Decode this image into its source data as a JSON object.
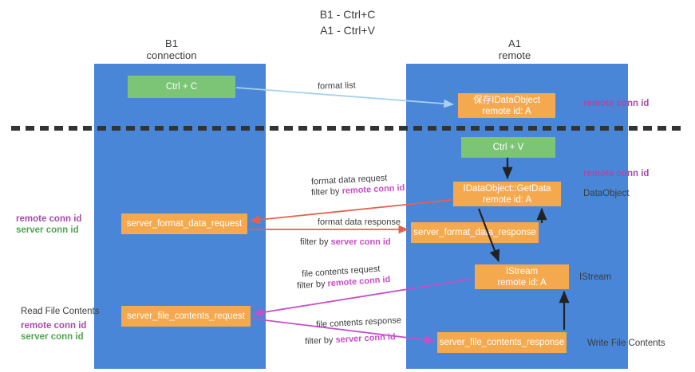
{
  "header": {
    "title_line1": "B1 - Ctrl+C",
    "title_line2": "A1 - Ctrl+V"
  },
  "lanes": [
    {
      "id": "b1",
      "name": "B1",
      "subtitle": "connection",
      "color": "#4a86d8"
    },
    {
      "id": "a1",
      "name": "A1",
      "subtitle": "remote",
      "color": "#4a86d8"
    }
  ],
  "colors": {
    "lane": "#4a86d8",
    "green_box": "#7cc576",
    "orange_box": "#f5a94e",
    "purple_text": "#a64ca6",
    "green_text": "#4fa64f",
    "red_arrow": "#e8604c",
    "magenta_arrow": "#c64fc6",
    "light_blue_arrow": "#a8d0f0",
    "dark_arrow": "#222222",
    "divider": "#333333"
  },
  "boxes": {
    "ctrl_c": {
      "label": "Ctrl + C",
      "style": "green"
    },
    "ctrl_v": {
      "label": "Ctrl + V",
      "style": "green"
    },
    "idataobject": {
      "line1": "保存IDataObject",
      "line2": "remote id: A",
      "style": "orange"
    },
    "getdata": {
      "line1": "IDataObject::GetData",
      "line2": "remote id: A",
      "style": "orange"
    },
    "istream": {
      "line1": "IStream",
      "line2": "remote id: A",
      "style": "orange"
    },
    "server_format_data_request": {
      "label": "server_format_data_request",
      "style": "orange"
    },
    "server_format_data_response": {
      "label": "server_format_data_response",
      "style": "orange"
    },
    "server_file_contents_request": {
      "label": "server_file_contents_request",
      "style": "orange"
    },
    "server_file_contents_response": {
      "label": "server_file_contents_response",
      "style": "orange"
    }
  },
  "annotations": {
    "remote_conn_id_top": "remote conn id",
    "remote_conn_id_mid": "remote conn id",
    "dataobject": "DataObject",
    "istream": "IStream",
    "write_file_contents": "Write File Contents",
    "read_file_contents": "Read File Contents",
    "left_remote_conn_id_1": "remote conn id",
    "left_server_conn_id_1": "server conn id",
    "left_remote_conn_id_2": "remote conn id",
    "left_server_conn_id_2": "server conn id"
  },
  "edges": {
    "format_list": {
      "label": "format list",
      "color": "#a8d0f0"
    },
    "format_data_request": {
      "label": "format data request",
      "filter_prefix": "filter by ",
      "filter_key": "remote conn id",
      "color": "#e8604c"
    },
    "format_data_response": {
      "label": "format data response",
      "filter_prefix": "filter by ",
      "filter_key": "server conn id",
      "color": "#e8604c"
    },
    "file_contents_request": {
      "label": "file contents request",
      "filter_prefix": "filter by ",
      "filter_key": "remote conn id",
      "color": "#c64fc6"
    },
    "file_contents_response": {
      "label": "file contents response",
      "filter_prefix": "filter by ",
      "filter_key": "server conn id",
      "color": "#c64fc6"
    }
  }
}
